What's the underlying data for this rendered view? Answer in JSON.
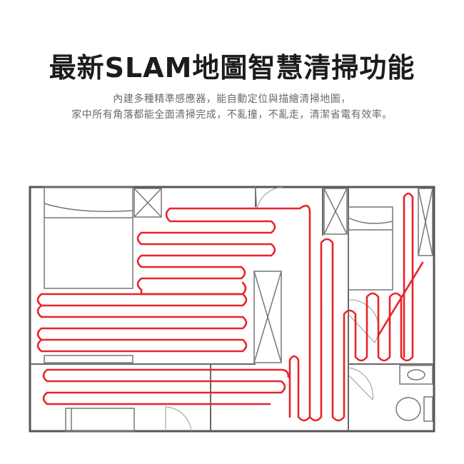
{
  "headline": "最新SLAM地圖智慧清掃功能",
  "description": {
    "line1": "內建多種精準感應器，能自動定位與描繪清掃地圖，",
    "line2": "家中所有角落都能全面清掃完成，不亂撞，不亂走，清潔省電有效率。"
  },
  "colors": {
    "wall": "#555555",
    "furniture": "#777777",
    "path": "#e8242a",
    "text_main": "#1c1c1c",
    "text_sub": "#6a6a6a"
  }
}
